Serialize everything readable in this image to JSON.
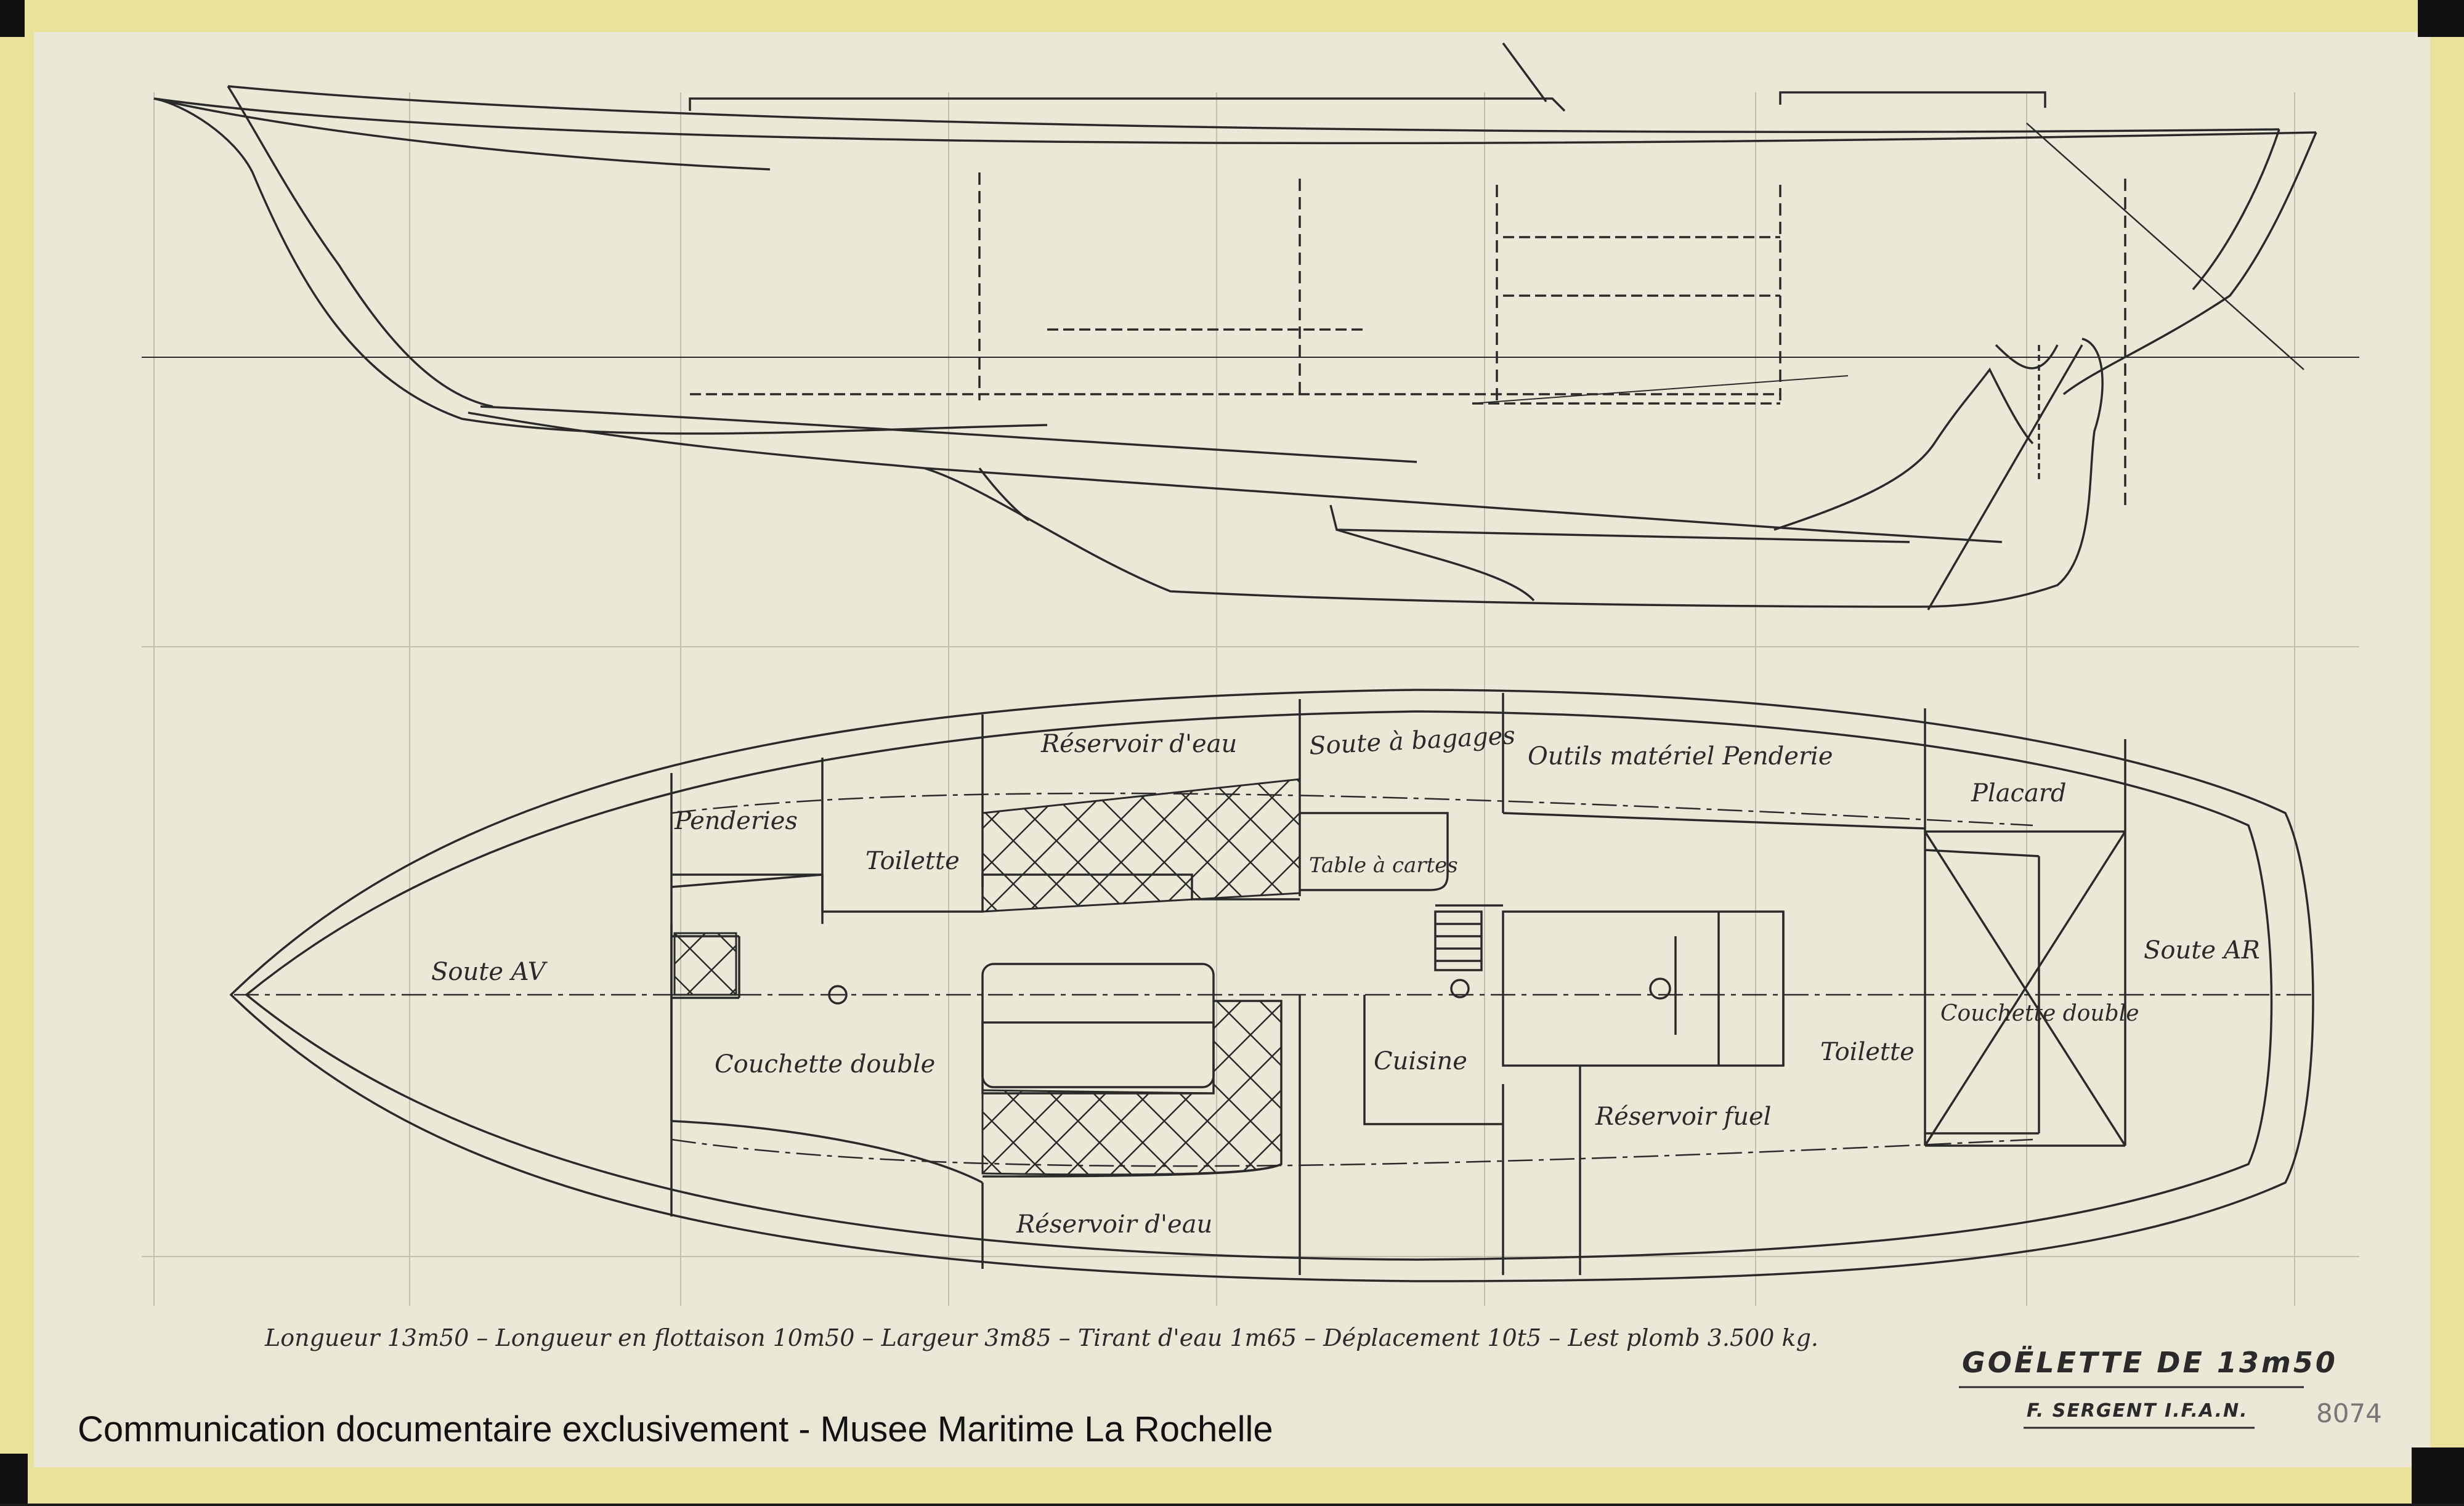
{
  "plan": {
    "rooms": [
      {
        "id": "penderie-fwd",
        "text": "Penderies"
      },
      {
        "id": "toilette-fwd",
        "text": "Toilette"
      },
      {
        "id": "reservoir-eau-top",
        "text": "Réservoir d'eau"
      },
      {
        "id": "soute-bagages",
        "text": "Soute à bagages"
      },
      {
        "id": "outils",
        "text": "Outils  matériel  Penderie"
      },
      {
        "id": "placard",
        "text": "Placard"
      },
      {
        "id": "table-cartes",
        "text": "Table à cartes"
      },
      {
        "id": "soute-av",
        "text": "Soute AV"
      },
      {
        "id": "soute-ar",
        "text": "Soute AR"
      },
      {
        "id": "couchette-fwd",
        "text": "Couchette double"
      },
      {
        "id": "cuisine",
        "text": "Cuisine"
      },
      {
        "id": "toilette-aft",
        "text": "Toilette"
      },
      {
        "id": "couchette-aft",
        "text": "Couchette double"
      },
      {
        "id": "reservoir-fuel",
        "text": "Réservoir fuel"
      },
      {
        "id": "reservoir-eau-bottom",
        "text": "Réservoir d'eau"
      }
    ]
  },
  "caption": {
    "specs": "Longueur 13m50 – Longueur en flottaison 10m50 – Largeur 3m85 – Tirant d'eau 1m65 – Déplacement 10t5 – Lest plomb 3.500 kg.",
    "title": "GOËLETTE DE 13m50",
    "designer": "F. SERGENT I.F.A.N.",
    "number": "8074"
  },
  "watermark": "Communication documentaire exclusivement - Musee Maritime La Rochelle",
  "colors": {
    "paper": "#ebe8d8",
    "tape": "#e8e29a",
    "ink": "#2a2a2a",
    "pencil": "#b8b5a6",
    "background": "#1a1a1a"
  }
}
